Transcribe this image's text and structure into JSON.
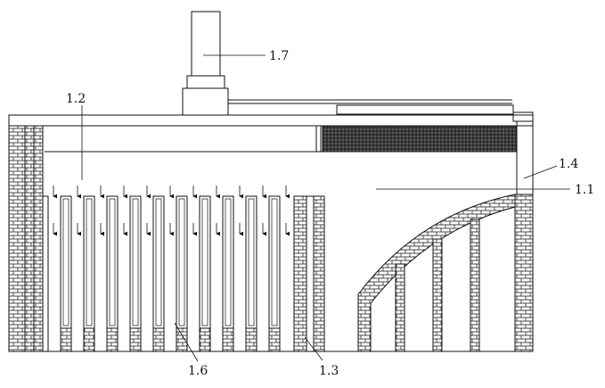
{
  "labels": {
    "chimney": "1.7",
    "flow_zone": "1.2",
    "chamber": "1.1",
    "outer_wall": "1.4",
    "tubes": "1.6",
    "partition": "1.3"
  },
  "colors": {
    "line": "#111111",
    "background": "#ffffff",
    "dark_fill": "#2a2a2a"
  }
}
